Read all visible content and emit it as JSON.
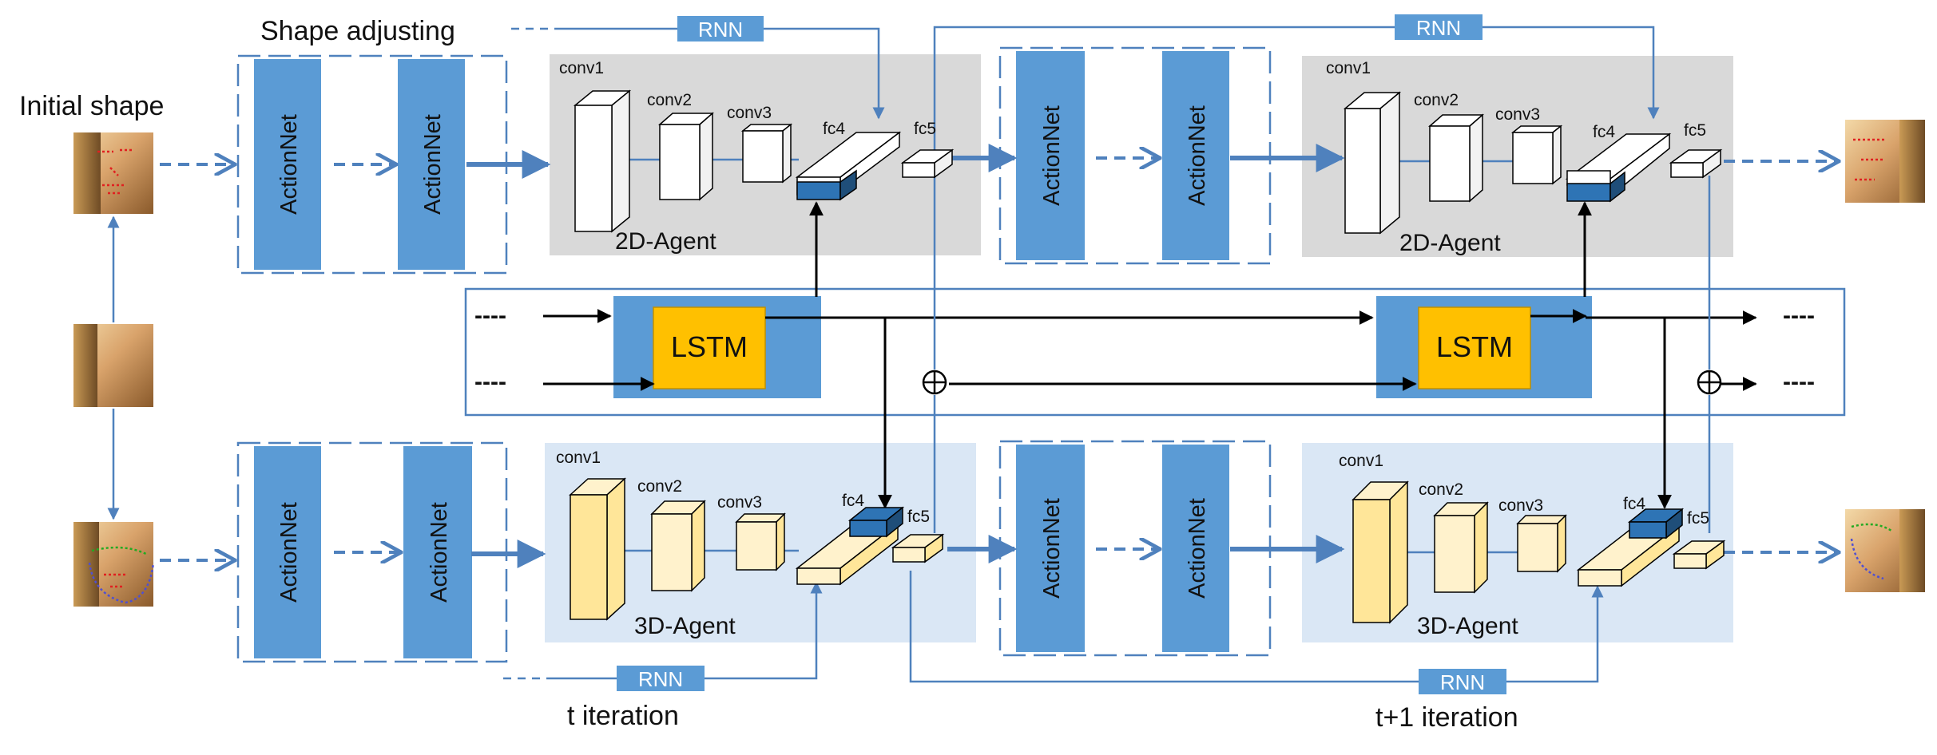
{
  "title": "Shape adjusting",
  "initial_shape_label": "Initial shape",
  "iteration_labels": {
    "t": "t iteration",
    "t1": "t+1 iteration"
  },
  "rnn_label": "RNN",
  "actionnet_label": "ActionNet",
  "lstm_label": "LSTM",
  "agents": {
    "agent2d": "2D-Agent",
    "agent3d": "3D-Agent"
  },
  "layers": {
    "conv1": "conv1",
    "conv2": "conv2",
    "conv3": "conv3",
    "fc4": "fc4",
    "fc5": "fc5"
  },
  "ellipsis": "----",
  "plus_symbol": "⊕",
  "colors": {
    "actionnet_blue": "#5b9bd5",
    "lstm_orange": "#ffc000",
    "agent2d_bg": "#d9d9d9",
    "agent3d_bg": "#dae7f5",
    "fc4_dark": "#2e74b5",
    "cube_yellow": "#fff2cc",
    "cube_yellow_side": "#ffe699",
    "line_blue": "#4f81bd"
  }
}
